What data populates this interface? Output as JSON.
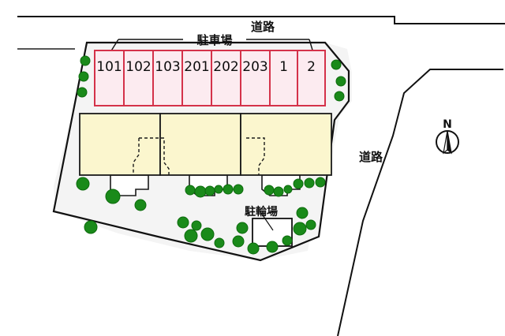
{
  "plan": {
    "background_color": "#ffffff",
    "site_fill": "#f4f4f4",
    "site_stroke": "#111111",
    "road_stroke": "#111111"
  },
  "labels": {
    "road_top": "道路",
    "road_right": "道路",
    "parking_lot": "駐車場",
    "bicycle_parking": "駐輪場"
  },
  "parking": {
    "fill_color": "#fcebf0",
    "border_color": "#d4324a",
    "stalls": [
      {
        "label": "101"
      },
      {
        "label": "102"
      },
      {
        "label": "103"
      },
      {
        "label": "201"
      },
      {
        "label": "202"
      },
      {
        "label": "203"
      },
      {
        "label": "1"
      },
      {
        "label": "2"
      }
    ]
  },
  "building": {
    "fill_color": "#fbf6ce",
    "border_color": "#1a1a1a",
    "blocks": [
      {
        "name": "building-block-left"
      },
      {
        "name": "building-block-center"
      },
      {
        "name": "building-block-right"
      }
    ]
  },
  "bicycle_parking": {
    "fill_color": "#ffffff",
    "border_color": "#111111"
  },
  "compass": {
    "north_letter": "N"
  },
  "trees": {
    "fill_color": "#1a8a1a",
    "stroke_color": "#0d6b0d"
  }
}
